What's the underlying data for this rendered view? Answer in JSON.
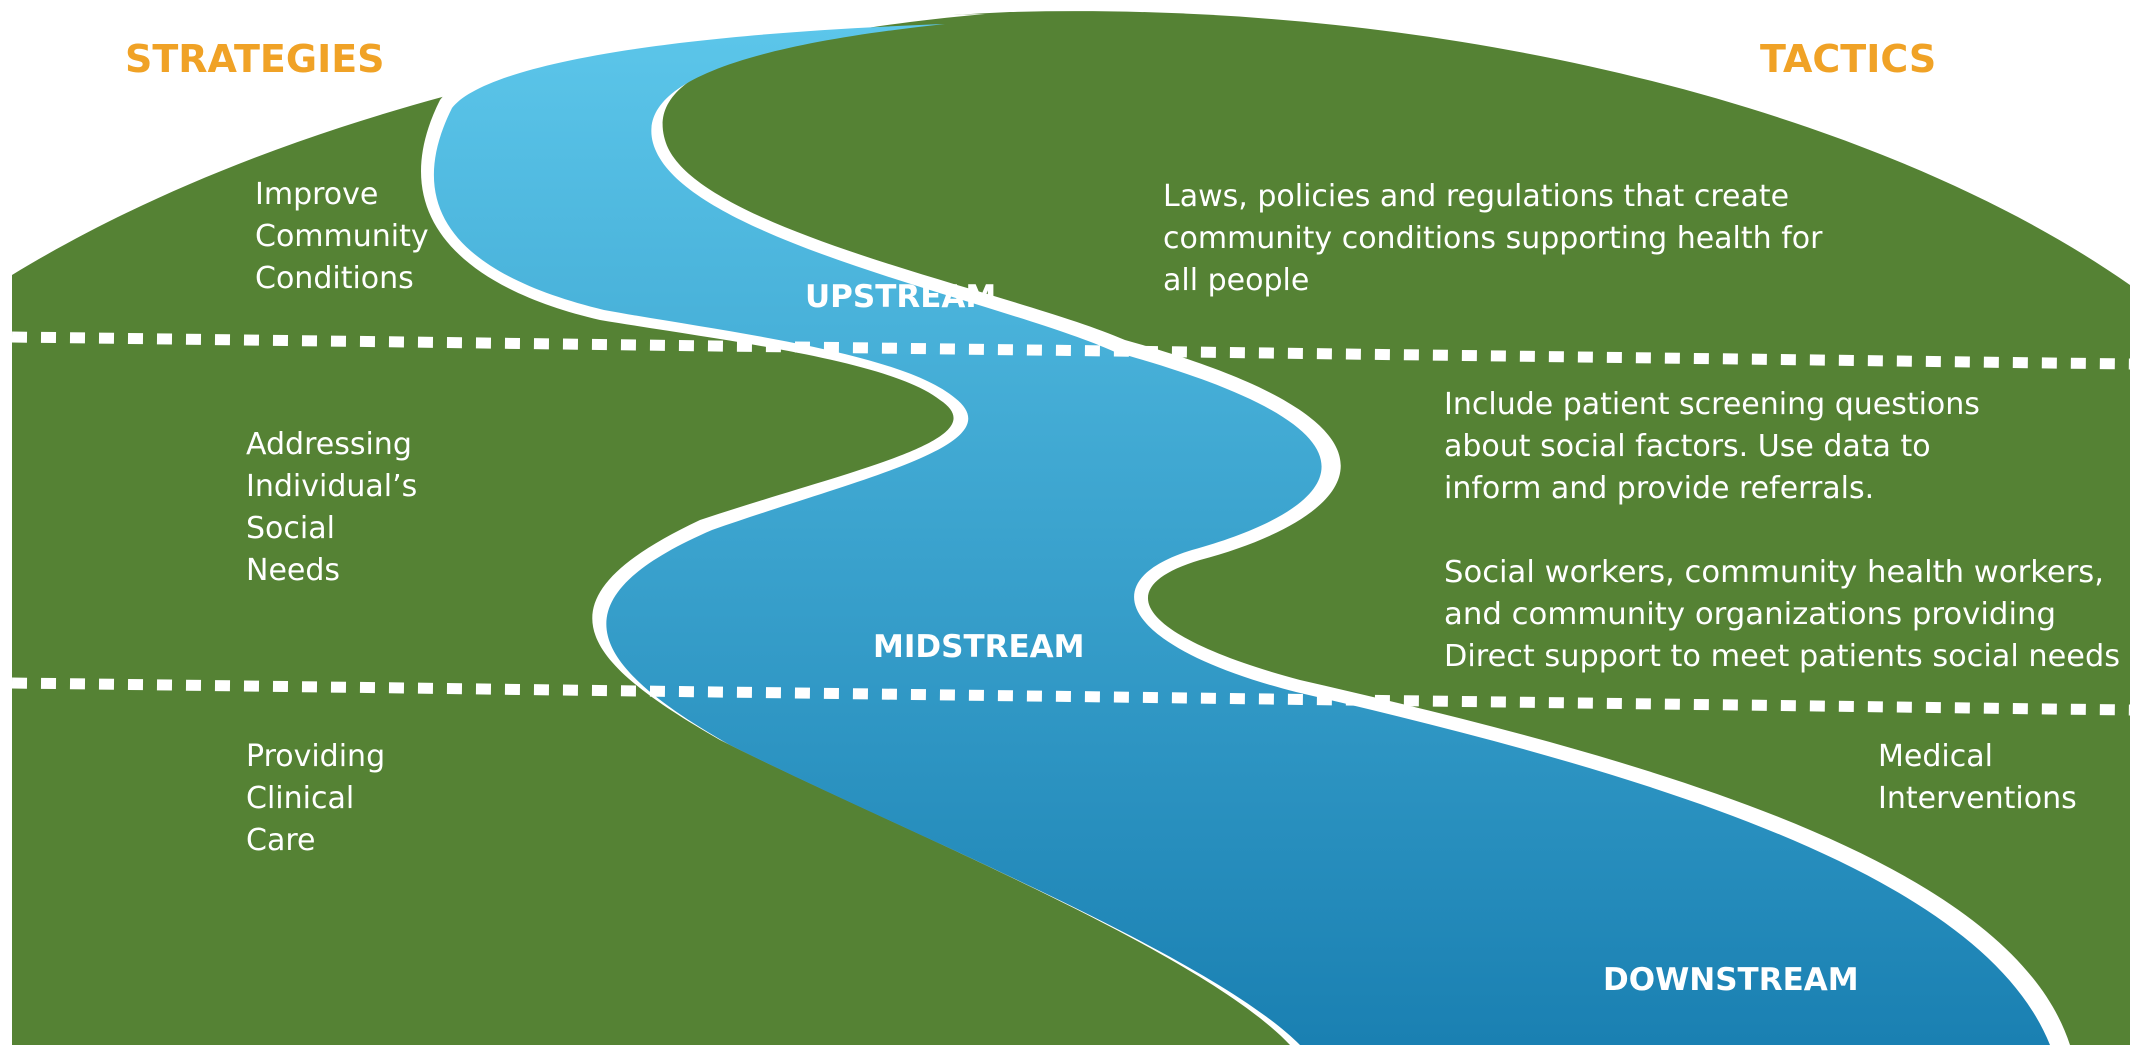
{
  "headings": {
    "strategies": "STRATEGIES",
    "tactics": "TACTICS"
  },
  "zones": {
    "upstream": "UPSTREAM",
    "midstream": "MIDSTREAM",
    "downstream": "DOWNSTREAM"
  },
  "strategies": {
    "upstream": [
      "Improve",
      "Community",
      "Conditions"
    ],
    "midstream": [
      "Addressing",
      "Individual’s",
      "Social",
      "Needs"
    ],
    "downstream": [
      "Providing",
      "Clinical",
      "Care"
    ]
  },
  "tactics": {
    "upstream": [
      "Laws, policies and regulations that create",
      "community conditions supporting health for",
      "all people"
    ],
    "midstream_screening": [
      "Include patient screening questions",
      "about social factors. Use data to",
      "inform and provide referrals."
    ],
    "midstream_support": [
      "Social workers, community health workers,",
      "and community organizations providing",
      "Direct support to meet patients social needs"
    ],
    "downstream": [
      "Medical",
      "Interventions"
    ]
  },
  "colors": {
    "land": "#558234",
    "heading": "#f0a226",
    "river_top": "#5cc6ea",
    "river_bottom": "#1a80b2",
    "river_bank": "#ffffff",
    "divider": "#ffffff",
    "text": "#ffffff"
  }
}
